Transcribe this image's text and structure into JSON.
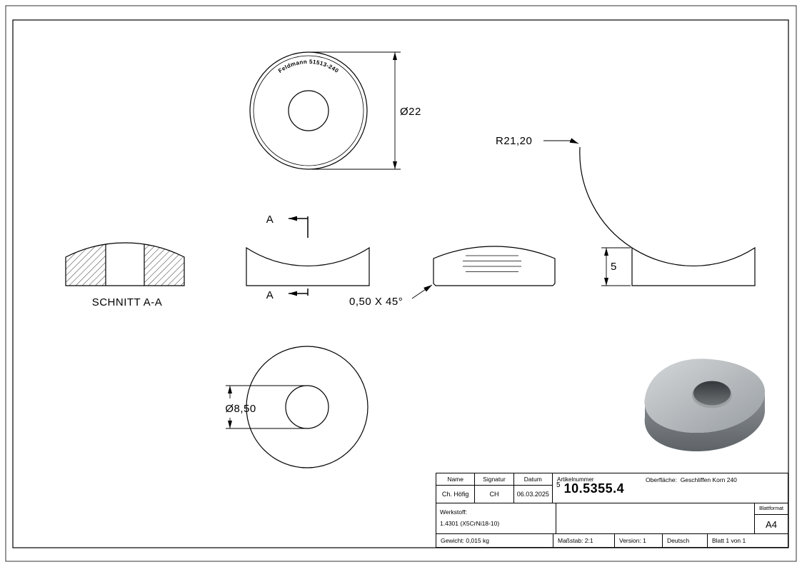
{
  "drawing": {
    "top_view": {
      "engraving": "Feldmann 51513-240",
      "diameter": "Ø22"
    },
    "radius_dim": "R21,20",
    "height_dim": "5",
    "chamfer_dim": "0,50 X 45°",
    "section_title": "SCHNITT A-A",
    "section_arrow_top": "A",
    "section_arrow_bottom": "A",
    "bottom_view": {
      "diameter": "Ø8,50"
    }
  },
  "title_block": {
    "headers": {
      "name": "Name",
      "signature": "Signatur",
      "date": "Datum"
    },
    "values": {
      "name": "Ch. Höfig",
      "signature": "CH",
      "date": "06.03.2025"
    },
    "article": {
      "label": "Artikelnummer",
      "prefix": "5",
      "number": "10.5355.4"
    },
    "surface": {
      "label": "Oberfläche:",
      "value": "Geschliffen Korn 240"
    },
    "material": {
      "label": "Werkstoff:",
      "value": "1.4301 (X5CrNi18-10)"
    },
    "sheet_format": {
      "label": "Blattformat",
      "value": "A4"
    },
    "footer": {
      "weight": "Gewicht: 0,015 kg",
      "scale": "Maßstab: 2:1",
      "version": "Version: 1",
      "language": "Deutsch",
      "sheet": "Blatt 1 von 1"
    }
  },
  "colors": {
    "line": "#000000",
    "background": "#ffffff"
  }
}
